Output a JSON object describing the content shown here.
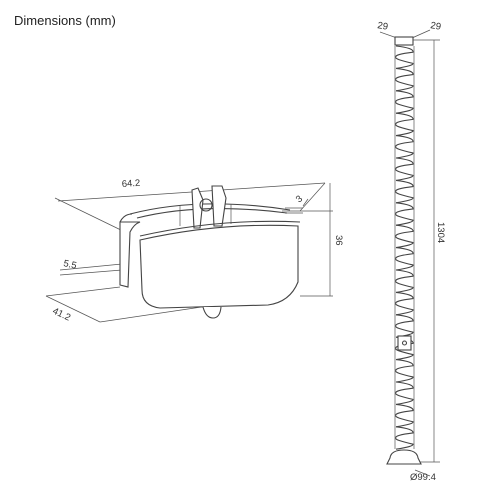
{
  "title": "Dimensions (mm)",
  "dimensions": {
    "clip_width": "64.2",
    "clip_depth": "41.2",
    "clip_height": "36",
    "clip_lip": "3",
    "clip_slot": "5.5",
    "spine_top_left": "29",
    "spine_top_right": "29",
    "spine_length": "1304",
    "base_diameter": "Ø99.4"
  },
  "parts": [
    "cable-clip",
    "cable-spine"
  ]
}
